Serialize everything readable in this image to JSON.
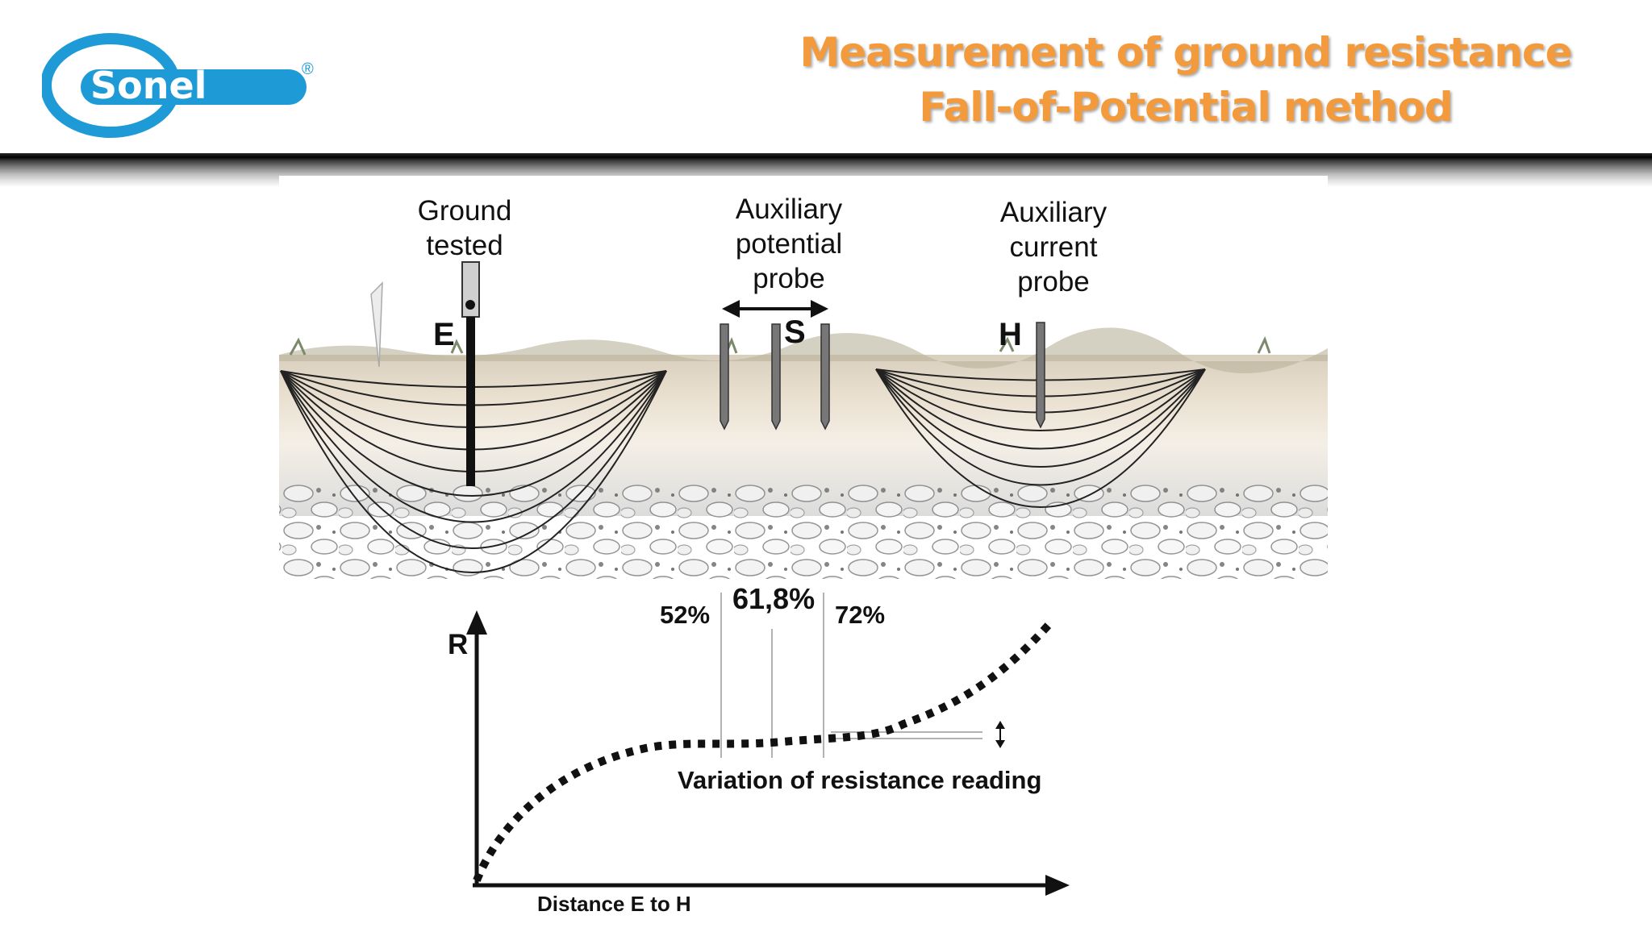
{
  "header": {
    "logo_text": "Sonel",
    "registered_mark": "®",
    "title_line1": "Measurement of ground resistance",
    "title_line2": "Fall-of-Potential method",
    "title_color": "#f39a3c",
    "brand_color": "#1e9bd7"
  },
  "diagram": {
    "ground_tested_label": [
      "Ground",
      "tested"
    ],
    "potential_probe_label": [
      "Auxiliary",
      "potential",
      "probe"
    ],
    "current_probe_label": [
      "Auxiliary",
      "current",
      "probe"
    ],
    "electrode_e": "E",
    "electrode_s": "S",
    "electrode_h": "H"
  },
  "graph": {
    "y_axis_label": "R",
    "x_axis_label": "Distance E to H",
    "marker_52": "52%",
    "marker_618": "61,8%",
    "marker_72": "72%",
    "variation_label": "Variation of resistance reading"
  }
}
